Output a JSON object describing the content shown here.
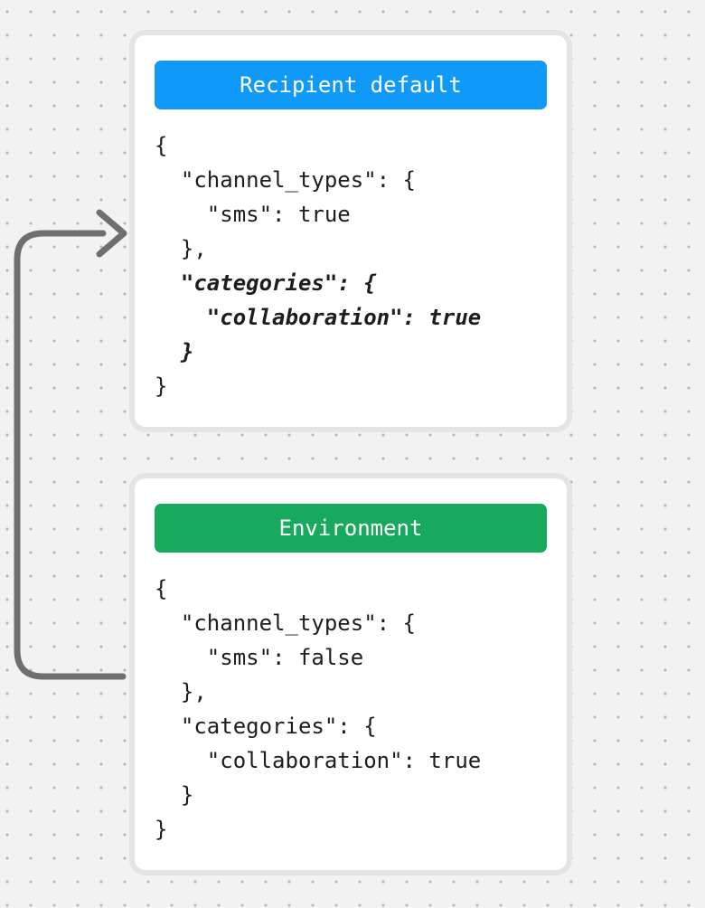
{
  "canvas": {
    "background_color": "#f2f2f2",
    "dot_color": "#b8b8bb"
  },
  "arrow": {
    "color": "#6f6f6f",
    "description": "curved arrow from left edge of Environment card pointing to left edge of Recipient default card"
  },
  "cards": [
    {
      "title": "Recipient default",
      "title_color": "#ffffff",
      "header_color": "#0f9afa",
      "lines": [
        {
          "text": "{",
          "emphasized": false
        },
        {
          "text": "  \"channel_types\": {",
          "emphasized": false
        },
        {
          "text": "    \"sms\": true",
          "emphasized": false
        },
        {
          "text": "  },",
          "emphasized": false
        },
        {
          "text": "  \"categories\": {",
          "emphasized": true
        },
        {
          "text": "    \"collaboration\": true",
          "emphasized": true
        },
        {
          "text": "  }",
          "emphasized": true
        },
        {
          "text": "}",
          "emphasized": false
        }
      ]
    },
    {
      "title": "Environment",
      "title_color": "#ffffff",
      "header_color": "#18aa5c",
      "lines": [
        {
          "text": "{",
          "emphasized": false
        },
        {
          "text": "  \"channel_types\": {",
          "emphasized": false
        },
        {
          "text": "    \"sms\": false",
          "emphasized": false
        },
        {
          "text": "  },",
          "emphasized": false
        },
        {
          "text": "  \"categories\": {",
          "emphasized": false
        },
        {
          "text": "    \"collaboration\": true",
          "emphasized": false
        },
        {
          "text": "  }",
          "emphasized": false
        },
        {
          "text": "}",
          "emphasized": false
        }
      ]
    }
  ]
}
